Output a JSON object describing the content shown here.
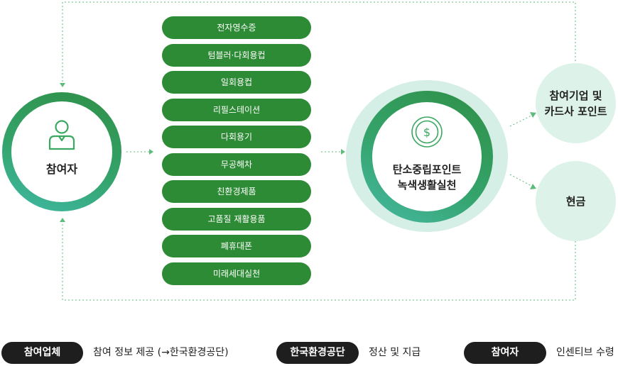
{
  "participant": {
    "label": "참여자",
    "icon": "person-icon"
  },
  "activities": [
    "전자영수증",
    "텀블러·다회용컵",
    "일회용컵",
    "리필스테이션",
    "다회용기",
    "무공해차",
    "친환경제품",
    "고품질 재활용품",
    "폐휴대폰",
    "미래세대실천"
  ],
  "points": {
    "line1": "탄소중립포인트",
    "line2": "녹색생활실천",
    "icon": "dollar-coin-icon"
  },
  "rewards": [
    {
      "line1": "참여기업 및",
      "line2": "카드사 포인트"
    },
    {
      "line1": "현금",
      "line2": ""
    }
  ],
  "legend": [
    {
      "badge": "참여업체",
      "text": "참여 정보 제공 (→한국환경공단)"
    },
    {
      "badge": "한국환경공단",
      "text": "정산 및 지급"
    },
    {
      "badge": "참여자",
      "text": "인센티브 수령"
    }
  ],
  "colors": {
    "green": "#2e8b35",
    "teal": "#3fb9a6",
    "light_mint": "#ddf2e8",
    "badge": "#1e1e1e"
  }
}
